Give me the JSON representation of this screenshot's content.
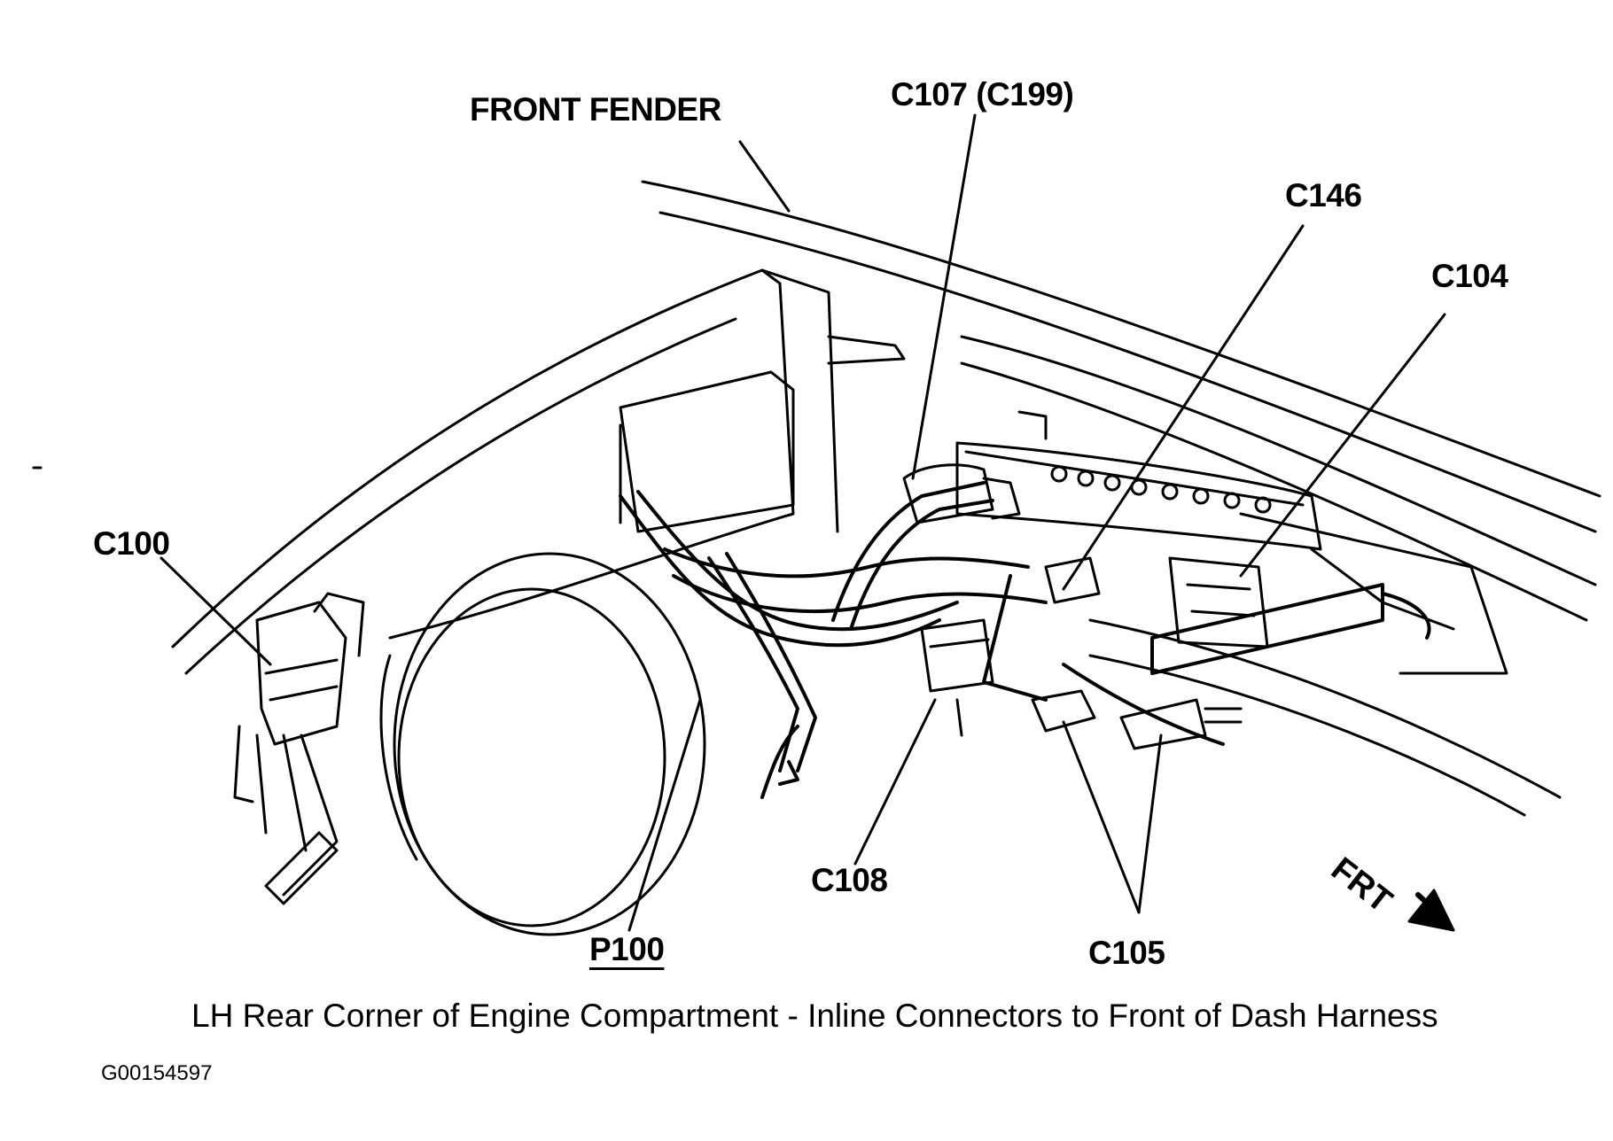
{
  "labels": {
    "front_fender": "FRONT FENDER",
    "c107": "C107 (C199)",
    "c146": "C146",
    "c104": "C104",
    "c100": "C100",
    "c108": "C108",
    "p100": "P100",
    "c105": "C105",
    "frt": "FRT"
  },
  "caption": "LH Rear Corner of Engine Compartment - Inline Connectors to Front of Dash Harness",
  "figure_id": "G00154597"
}
